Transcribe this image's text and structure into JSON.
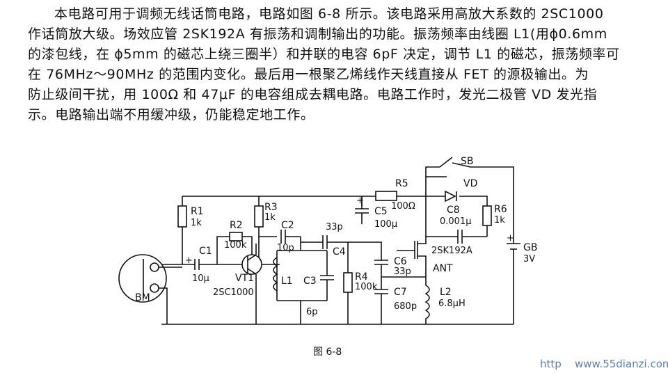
{
  "paragraph": {
    "lines": [
      "本电路可用于调频无线话筒电路，电路如图 6-8 所示。该电路采用高放大系数的 2SC1000",
      "作话筒放大级。场效应管 2SK192A 有振荡和调制输出的功能。振荡频率由线圈 L1(用ϕ0.6mm",
      "的漆包线，在 ϕ5mm 的磁芯上绕三圈半）和并联的电容 6pF 决定，调节 L1 的磁芯，振荡频率可",
      "在 76MHz～90MHz 的范围内变化。最后用一根聚乙烯线作天线直接从 FET 的源极输出。为",
      "防止级间干扰，用 100Ω 和 47μF 的电容组成去耦电路。电路工作时，发光二极管 VD 发光指",
      "示。电路输出端不用缓冲级，仍能稳定地工作。"
    ]
  },
  "schematic": {
    "components": {
      "R1": {
        "name": "R1",
        "value": "1k"
      },
      "R2": {
        "name": "R2",
        "value": "100k"
      },
      "R3": {
        "name": "R3",
        "value": "1k"
      },
      "R4": {
        "name": "R4",
        "value": "100k"
      },
      "R5": {
        "name": "R5",
        "value": "100Ω"
      },
      "R6": {
        "name": "R6",
        "value": "1k"
      },
      "C1": {
        "name": "C1",
        "value": "10μ"
      },
      "C2": {
        "name": "C2",
        "value": "10p"
      },
      "C3": {
        "name": "C3",
        "value": "6p"
      },
      "C4": {
        "name": "C4",
        "value": "33p"
      },
      "C5": {
        "name": "C5",
        "value": "100μ"
      },
      "C6": {
        "name": "C6",
        "value": "33p"
      },
      "C7": {
        "name": "C7",
        "value": "680p"
      },
      "C8": {
        "name": "C8",
        "value": "0.001μ"
      },
      "L1": {
        "name": "L1"
      },
      "L2": {
        "name": "L2",
        "value": "6.8μH"
      },
      "VT1": {
        "name": "VT1",
        "value": "2SC1000"
      },
      "FET": {
        "value": "2SK192A"
      },
      "VD": {
        "name": "VD"
      },
      "SB": {
        "name": "SB"
      },
      "GB": {
        "name": "GB",
        "value": "3V"
      },
      "BM": {
        "name": "BM"
      },
      "ANT": {
        "name": "ANT"
      }
    },
    "caption": "图 6-8",
    "polarity_plus": "+"
  },
  "watermark": {
    "site": "www.55dianzi.com",
    "prefix": "http"
  }
}
